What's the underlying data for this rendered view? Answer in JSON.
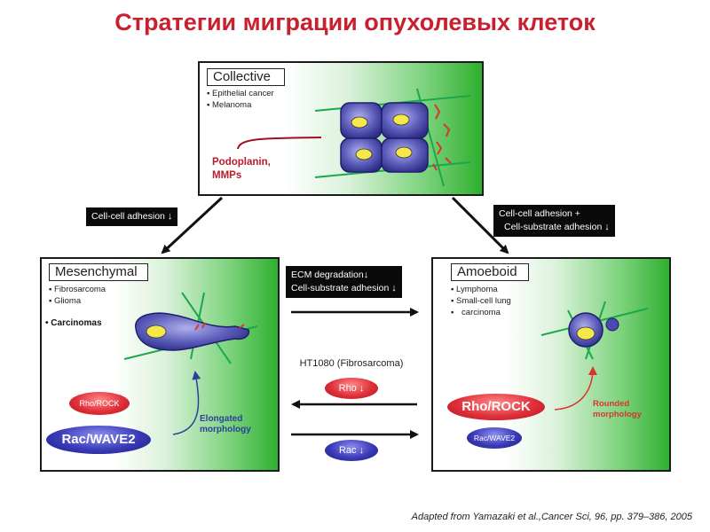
{
  "title": "Стратегии миграции опухолевых клеток",
  "collective": {
    "heading": "Collective",
    "bullets": [
      "Epithelial cancer",
      "Melanoma"
    ],
    "factor_line1": "Podoplanin,",
    "factor_line2": "MMPs"
  },
  "mesenchymal": {
    "heading": "Mesenchymal",
    "bullets": [
      "Fibrosarcoma",
      "Glioma"
    ],
    "extra": "Carcinomas",
    "rho_rock": "Rho/ROCK",
    "rac_wave2": "Rac/WAVE2",
    "morphology_line1": "Elongated",
    "morphology_line2": "morphology"
  },
  "amoeboid": {
    "heading": "Amoeboid",
    "bullets": [
      "Lymphoma",
      "Small-cell lung",
      "carcinoma"
    ],
    "rho_rock": "Rho/ROCK",
    "rac_wave2": "Rac/WAVE2",
    "morphology_line1": "Rounded",
    "morphology_line2": "morphology"
  },
  "transitions": {
    "left": "Cell-cell adhesion",
    "right_line1": "Cell-cell adhesion  +",
    "right_line2": "Cell-substrate adhesion",
    "middle_line1": "ECM degradation",
    "middle_line2": "Cell-substrate adhesion",
    "down_arrow": "↓"
  },
  "ht1080": {
    "label": "HT1080 (Fibrosarcoma)",
    "rho": "Rho",
    "rac": "Rac"
  },
  "citation": "Adapted from Yamazaki et al.,Cancer Sci, 96, pp. 379–386, 2005",
  "colors": {
    "title_red": "#c8202f",
    "rho_red": "#e0303a",
    "rac_blue": "#3a3ab8",
    "fiber_green": "#1aa84a",
    "cell_purple": "#5a5ab8",
    "nucleus_yellow": "#f5e84a"
  }
}
